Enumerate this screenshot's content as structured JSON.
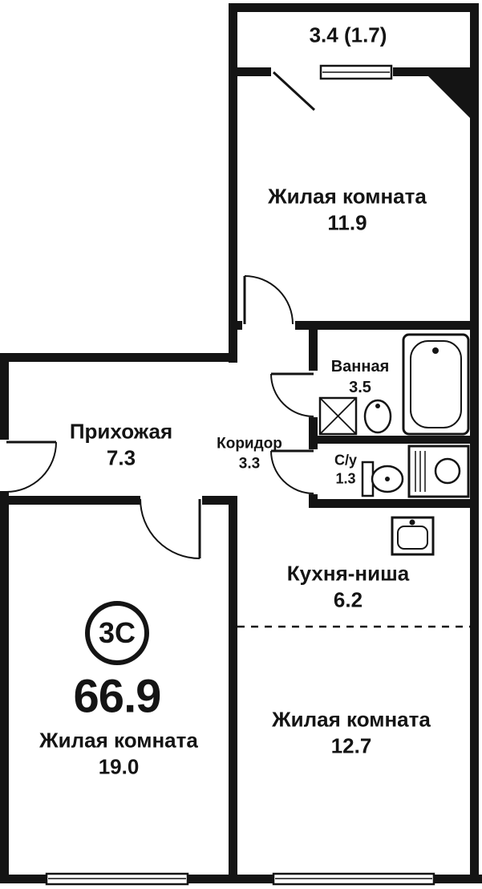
{
  "plan": {
    "badge_label": "3С",
    "total_area": "66.9",
    "balcony": {
      "area_label": "3.4 (1.7)"
    },
    "rooms": {
      "living_top": {
        "name": "Жилая комната",
        "area": "11.9"
      },
      "bathroom": {
        "name": "Ванная",
        "area": "3.5"
      },
      "hallway": {
        "name": "Прихожая",
        "area": "7.3"
      },
      "corridor": {
        "name": "Коридор",
        "area": "3.3"
      },
      "wc": {
        "name": "С/у",
        "area": "1.3"
      },
      "kitchen_niche": {
        "name": "Кухня-ниша",
        "area": "6.2"
      },
      "living_right": {
        "name": "Жилая комната",
        "area": "12.7"
      },
      "living_left": {
        "name": "Жилая комната",
        "area": "19.0"
      }
    },
    "icons": {
      "bathtub": "bathtub-icon",
      "shower_tray": "shower-tray-icon",
      "bathroom_sink": "sink-icon",
      "toilet": "toilet-icon",
      "washing_machine": "washing-machine-icon",
      "kitchen_sink": "kitchen-sink-icon"
    },
    "colors": {
      "wall": "#141414",
      "background": "#ffffff",
      "text": "#141414"
    }
  }
}
